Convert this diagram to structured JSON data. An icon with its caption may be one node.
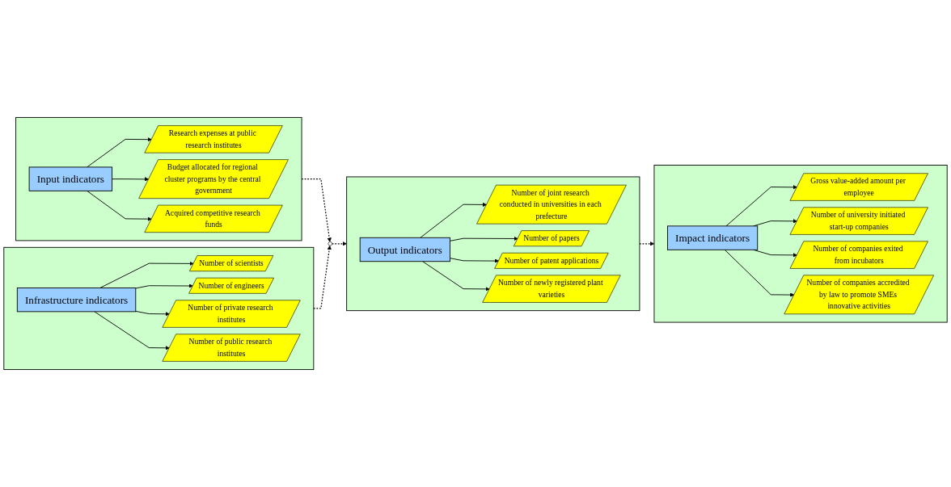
{
  "diagram": {
    "nodes": [
      {
        "text": [],
        "shape": "box"
      },
      {
        "text": [
          "Input indicators"
        ],
        "in": 0
      },
      {
        "text": [
          "Research expenses at public research institutes"
        ],
        "in": 0
      },
      {
        "text": [
          "Budget allocated for regional cluster programs by the central government"
        ],
        "in": 0
      },
      {
        "text": [
          "Acquired competitive research funds"
        ],
        "in": 0
      },
      {
        "text": [],
        "shape": "box"
      },
      {
        "text": [
          "Infrastructure indicators"
        ],
        "in": 5
      },
      {
        "text": [
          "Number of scientists"
        ],
        "in": 5
      },
      {
        "text": [
          "Number of engineers"
        ],
        "in": 5
      },
      {
        "text": [
          "Number of private research institutes"
        ],
        "in": 5
      },
      {
        "text": [
          "Number of public research institutes"
        ],
        "in": 5
      },
      {
        "text": [],
        "shape": "circle"
      },
      {
        "text": [],
        "shape": "box"
      },
      {
        "text": [
          "Output indicators"
        ],
        "in": 12
      },
      {
        "text": [
          "Number of joint research conducted in universities in each prefecture"
        ],
        "in": 12
      },
      {
        "text": [
          "Number of papers"
        ],
        "in": 12
      },
      {
        "text": [
          "Number of patent applications"
        ],
        "in": 12
      },
      {
        "text": [
          "Number of newly registered plant varieties"
        ],
        "in": 12
      },
      {
        "text": [],
        "shape": "box"
      },
      {
        "text": [
          "Impact indicators"
        ],
        "in": 18
      },
      {
        "text": [
          "Gross value-added amount per employee"
        ],
        "in": 18
      },
      {
        "text": [
          "Number of university initiated start-up companies"
        ],
        "in": 18
      },
      {
        "text": [
          "Number of companies exited from incubators"
        ],
        "in": 18
      },
      {
        "text": [
          "Number of companies accredited by law to promote SMEs innovative activities"
        ],
        "in": 18
      }
    ],
    "edges": [
      {
        "from": 1,
        "to": 2,
        "arrow": "to"
      },
      {
        "from": 1,
        "to": 3,
        "arrow": "to"
      },
      {
        "from": 1,
        "to": 4,
        "arrow": "to"
      },
      {
        "from": 6,
        "to": 7,
        "arrow": "to"
      },
      {
        "from": 6,
        "to": 8,
        "arrow": "to"
      },
      {
        "from": 6,
        "to": 9,
        "arrow": "to"
      },
      {
        "from": 6,
        "to": 10,
        "arrow": "to"
      },
      {
        "from": 13,
        "to": 14,
        "arrow": "to"
      },
      {
        "from": 13,
        "to": 15,
        "arrow": "to"
      },
      {
        "from": 13,
        "to": 16,
        "arrow": "to"
      },
      {
        "from": 13,
        "to": 17,
        "arrow": "to"
      },
      {
        "from": 19,
        "to": 20,
        "arrow": "to"
      },
      {
        "from": 19,
        "to": 21,
        "arrow": "to"
      },
      {
        "from": 19,
        "to": 22,
        "arrow": "to"
      },
      {
        "from": 19,
        "to": 23,
        "arrow": "to"
      },
      {
        "from": 0,
        "to": 11,
        "arrow": "to",
        "style": "dashed"
      },
      {
        "from": 5,
        "to": 11,
        "arrow": "to",
        "style": "dashed"
      },
      {
        "from": 11,
        "to": 12,
        "arrow": "to",
        "style": "dashed"
      },
      {
        "from": 12,
        "to": 18,
        "arrow": "to",
        "style": "dashed"
      }
    ]
  }
}
